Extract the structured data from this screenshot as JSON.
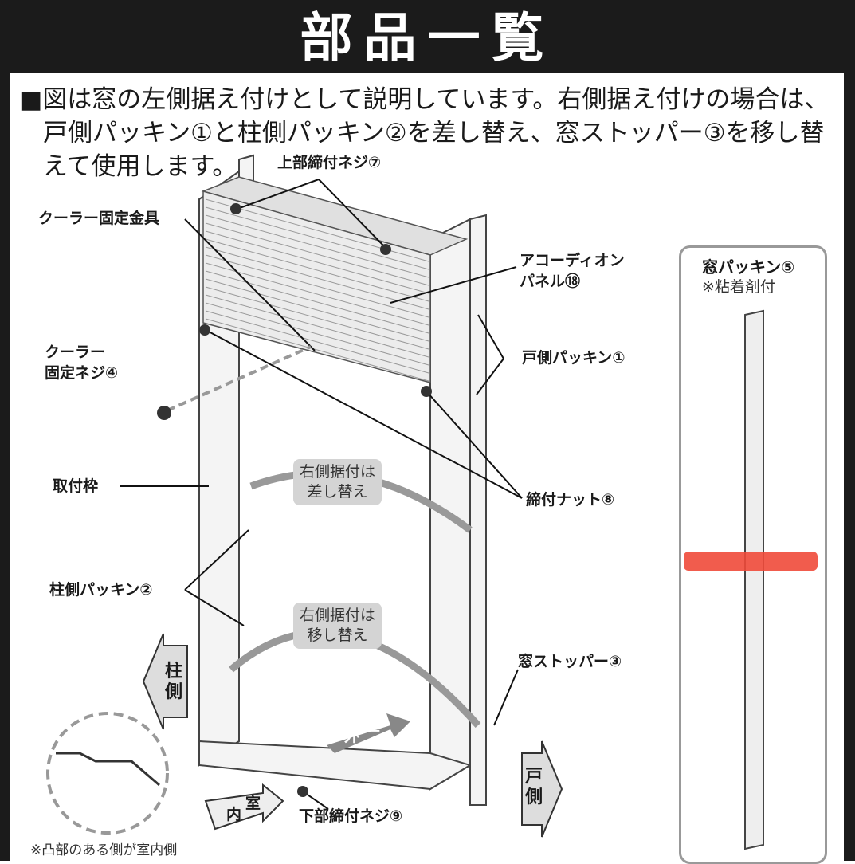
{
  "title": "部品一覧",
  "intro": {
    "line1": "■図は窓の左側据え付けとして説明しています。右側据え付けの場合は、",
    "line2": "戸側パッキン①と柱側パッキン②を差し替え、窓ストッパー③を移し替",
    "line3": "えて使用します。"
  },
  "labels": {
    "top_screw": "上部締付ネジ⑦",
    "cooler_bracket": "クーラー固定金具",
    "accordion_1": "アコーディオン",
    "accordion_2": "パネル⑱",
    "fix_screw_1": "クーラー",
    "fix_screw_2": "固定ネジ④",
    "door_packing": "戸側パッキン①",
    "mount_frame": "取付枠",
    "nut": "締付ナット⑧",
    "pillar_packing": "柱側パッキン②",
    "window_stopper": "窓ストッパー③",
    "bottom_screw": "下部締付ネジ⑨"
  },
  "bubbles": {
    "swap_1": "右側据付は",
    "swap_2": "差し替え",
    "move_1": "右側据付は",
    "move_2": "移し替え"
  },
  "arrows": {
    "pillar_side": "柱側",
    "door_side": "戸側",
    "outdoor_a": "外",
    "outdoor_b": "室",
    "indoor_a": "内",
    "indoor_b": "室"
  },
  "panel": {
    "title": "窓パッキン⑤",
    "subtitle": "※粘着剤付",
    "marker_color": "#f04a3a"
  },
  "footnote": "※凸部のある側が室内側"
}
